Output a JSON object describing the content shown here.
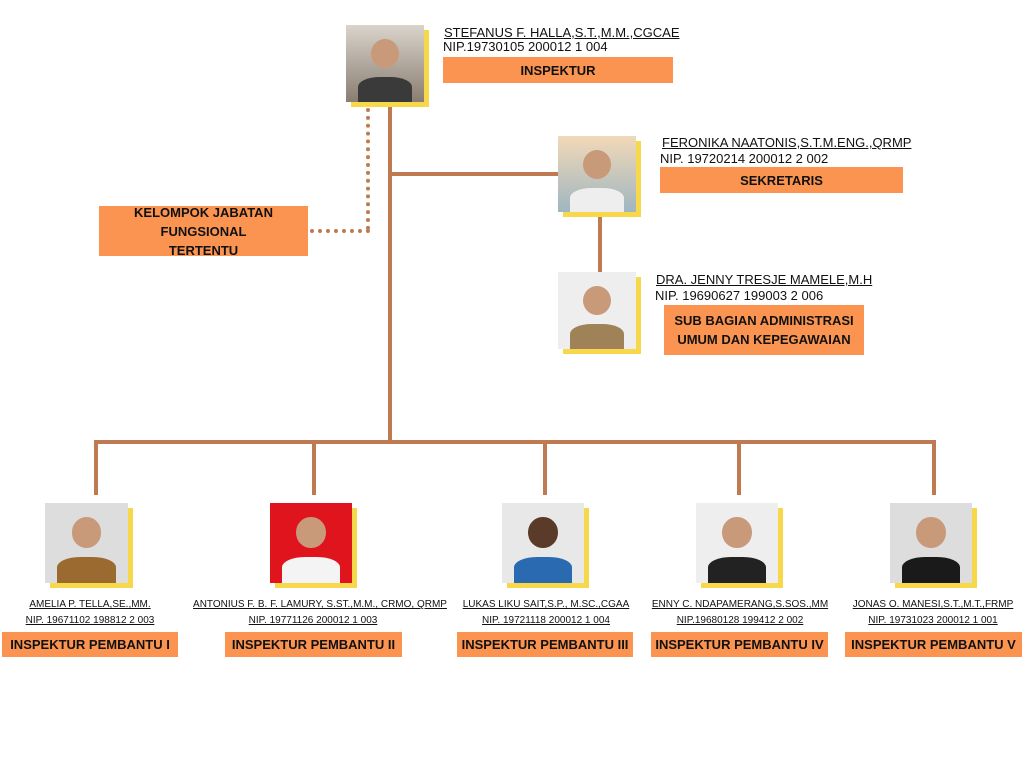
{
  "inspektur": {
    "name": "STEFANUS F. HALLA,S.T.,M.M.,CGCAE",
    "nip": "NIP.19730105  200012  1 004",
    "title": "INSPEKTUR"
  },
  "fungsional": {
    "title": "KELOMPOK JABATAN FUNGSIONAL TERTENTU"
  },
  "sekretaris": {
    "name": "FERONIKA NAATONIS,S.T.M.ENG.,QRMP",
    "nip": "NIP. 19720214 200012 2 002",
    "title": "SEKRETARIS"
  },
  "subbagian": {
    "name": "DRA. JENNY TRESJE MAMELE,M.H",
    "nip": "NIP. 19690627 199003 2 006",
    "title": "SUB BAGIAN ADMINISTRASI UMUM DAN KEPEGAWAIAN"
  },
  "pembantu": [
    {
      "name": "AMELIA P. TELLA,SE.,MM.",
      "nip": "NIP. 19671102 198812 2 003",
      "title": "INSPEKTUR PEMBANTU I"
    },
    {
      "name": "ANTONIUS F. B. F. LAMURY, S.ST.,M.M., CRMO, QRMP",
      "nip": "NIP. 19771126  200012  1  003",
      "title": "INSPEKTUR PEMBANTU II"
    },
    {
      "name": "LUKAS LIKU SAIT,S.P., M.SC.,CGAA",
      "nip": "NIP. 19721118 200012 1 004",
      "title": "INSPEKTUR PEMBANTU III"
    },
    {
      "name": "ENNY C. NDAPAMERANG,S.SOS.,MM",
      "nip": "NIP.19680128 199412 2 002",
      "title": "INSPEKTUR PEMBANTU IV"
    },
    {
      "name": "JONAS O. MANESI,S.T.,M.T.,FRMP",
      "nip": "NIP. 19731023 200012 1 001",
      "title": "INSPEKTUR PEMBANTU V"
    }
  ]
}
